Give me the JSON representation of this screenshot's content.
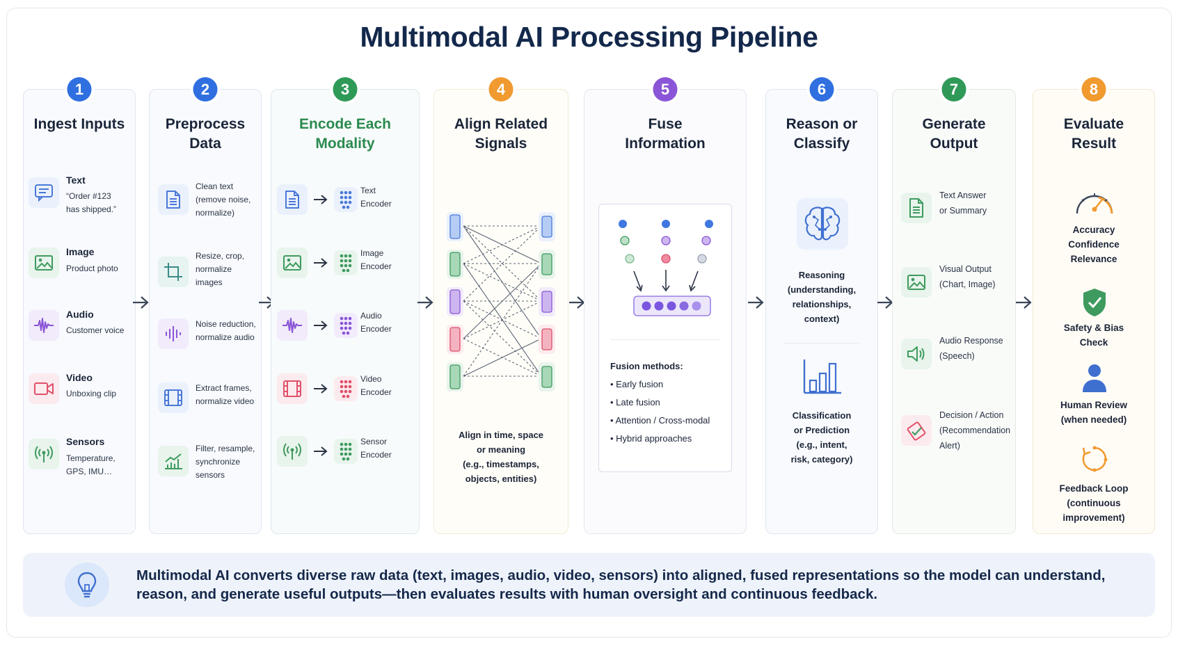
{
  "title": "Multimodal AI Processing Pipeline",
  "stages": [
    {
      "number": "1",
      "title": "Ingest Inputs",
      "items": [
        {
          "icon": "chat-icon",
          "label": "Text",
          "detail": "“Order #123\nhas shipped.”"
        },
        {
          "icon": "image-icon",
          "label": "Image",
          "detail": "Product photo"
        },
        {
          "icon": "waveform-icon",
          "label": "Audio",
          "detail": "Customer voice"
        },
        {
          "icon": "video-camera-icon",
          "label": "Video",
          "detail": "Unboxing clip"
        },
        {
          "icon": "sensor-icon",
          "label": "Sensors",
          "detail": "Temperature,\nGPS, IMU…"
        }
      ]
    },
    {
      "number": "2",
      "title": "Preprocess\nData",
      "items": [
        {
          "icon": "document-icon",
          "detail": "Clean text\n(remove noise,\nnormalize)"
        },
        {
          "icon": "crop-icon",
          "detail": "Resize, crop,\nnormalize\nimages"
        },
        {
          "icon": "waveform-icon",
          "detail": "Noise reduction,\nnormalize audio"
        },
        {
          "icon": "film-icon",
          "detail": "Extract frames,\nnormalize video"
        },
        {
          "icon": "line-chart-icon",
          "detail": "Filter, resample,\nsynchronize\nsensors"
        }
      ]
    },
    {
      "number": "3",
      "title": "Encode Each\nModality",
      "items": [
        {
          "icon": "document-icon",
          "detail": "Text\nEncoder"
        },
        {
          "icon": "image-icon",
          "detail": "Image\nEncoder"
        },
        {
          "icon": "waveform-icon",
          "detail": "Audio\nEncoder"
        },
        {
          "icon": "film-icon",
          "detail": "Video\nEncoder"
        },
        {
          "icon": "sensor-icon",
          "detail": "Sensor\nEncoder"
        }
      ]
    },
    {
      "number": "4",
      "title": "Align Related\nSignals",
      "caption": "Align in time, space\nor meaning\n(e.g., timestamps,\nobjects, entities)"
    },
    {
      "number": "5",
      "title": "Fuse\nInformation",
      "methods_title": "Fusion methods:",
      "methods": [
        "Early fusion",
        "Late fusion",
        "Attention / Cross-modal",
        "Hybrid approaches"
      ]
    },
    {
      "number": "6",
      "title": "Reason or\nClassify",
      "reason_text": "Reasoning\n(understanding,\nrelationships,\ncontext)",
      "classify_text": "Classification\nor Prediction\n(e.g., intent,\nrisk, category)"
    },
    {
      "number": "7",
      "title": "Generate\nOutput",
      "items": [
        {
          "icon": "document-icon",
          "detail": "Text Answer\nor Summary"
        },
        {
          "icon": "image-icon",
          "detail": "Visual Output\n(Chart, Image)"
        },
        {
          "icon": "speaker-icon",
          "detail": "Audio Response\n(Speech)"
        },
        {
          "icon": "decision-icon",
          "detail": "Decision / Action\n(Recommendation\nAlert)"
        }
      ]
    },
    {
      "number": "8",
      "title": "Evaluate\nResult",
      "items": [
        {
          "icon": "gauge-icon",
          "detail": "Accuracy\nConfidence\nRelevance"
        },
        {
          "icon": "shield-check-icon",
          "detail": "Safety & Bias\nCheck"
        },
        {
          "icon": "person-icon",
          "detail": "Human Review\n(when needed)"
        },
        {
          "icon": "cycle-icon",
          "detail": "Feedback Loop\n(continuous\nimprovement)"
        }
      ]
    }
  ],
  "summary": {
    "icon": "lightbulb-icon",
    "text": "Multimodal AI converts diverse raw data (text, images, audio, video, sensors) into aligned, fused representations so the model can understand, reason, and generate useful outputs—then evaluates results with human oversight and continuous feedback."
  },
  "colors": {
    "title": "#13284b",
    "badge_blue": "#2f6fe0",
    "badge_green": "#2f9a58",
    "badge_orange": "#f09a2f",
    "badge_purple": "#8a55d6",
    "modality_text": "#4a78d8",
    "modality_image": "#3e9a5e",
    "modality_audio": "#8a55d6",
    "modality_video": "#e0506a",
    "modality_sensor": "#3e9a5e"
  }
}
